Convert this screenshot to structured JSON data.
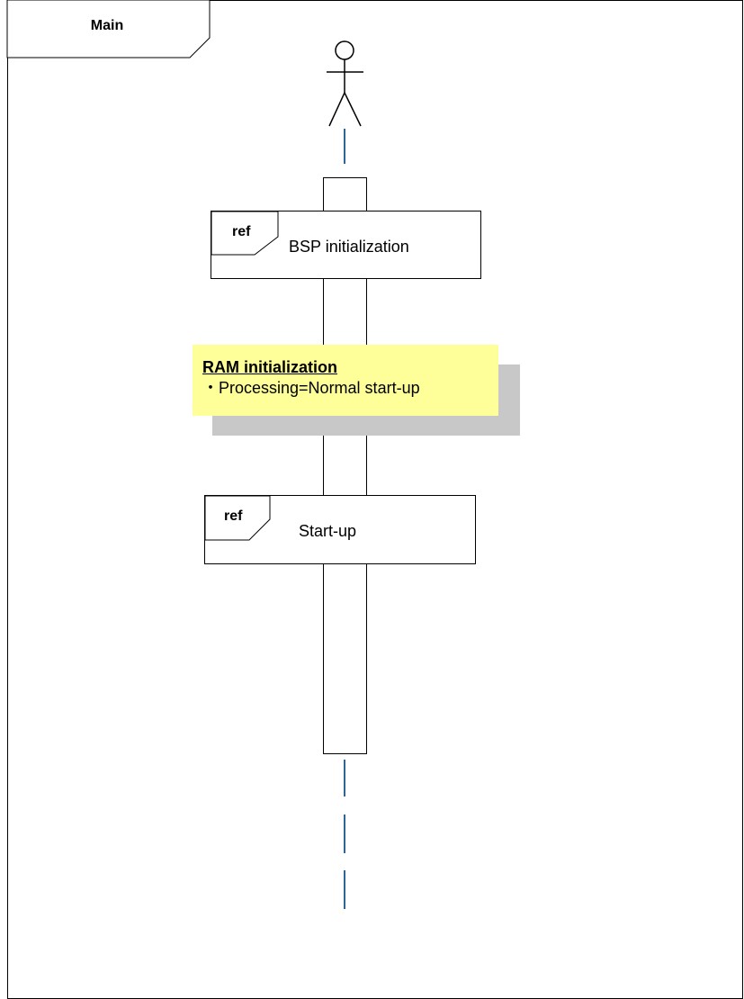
{
  "frame": {
    "label": "Main"
  },
  "actor": {
    "icon": "stick-figure-icon"
  },
  "fragments": [
    {
      "tag": "ref",
      "name": "BSP initialization"
    },
    {
      "tag": "ref",
      "name": "Start-up"
    }
  ],
  "note": {
    "title": "RAM initialization",
    "lines": [
      "・Processing=Normal start-up"
    ]
  },
  "colors": {
    "lifeline": "#2e6596",
    "note_fill": "#ffff99",
    "note_shadow": "#c8c8c8",
    "outline": "#000000"
  }
}
